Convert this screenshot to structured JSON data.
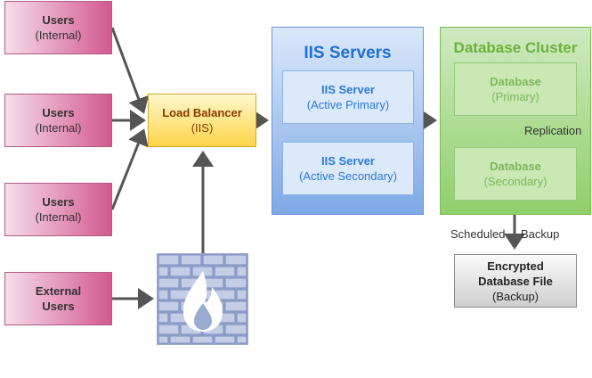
{
  "users": [
    {
      "title": "Users",
      "sub": "(Internal)"
    },
    {
      "title": "Users",
      "sub": "(Internal)"
    },
    {
      "title": "Users",
      "sub": "(Internal)"
    }
  ],
  "external": {
    "line1": "External",
    "line2": "Users"
  },
  "load_balancer": {
    "title": "Load Balancer",
    "sub": "(IIS)"
  },
  "firewall": {
    "icon": "firewall-icon"
  },
  "iis": {
    "title": "IIS Servers",
    "primary": {
      "title": "IIS Server",
      "sub": "(Active Primary)"
    },
    "secondary": {
      "title": "IIS Server",
      "sub": "(Active Secondary)"
    }
  },
  "db": {
    "title": "Database Cluster",
    "primary": {
      "title": "Database",
      "sub": "(Primary)"
    },
    "secondary": {
      "title": "Database",
      "sub": "(Secondary)"
    },
    "replication": "Replication"
  },
  "backup": {
    "scheduled": "Scheduled",
    "backup_word": "Backup",
    "line1": "Encrypted",
    "line2": "Database File",
    "sub": "(Backup)"
  },
  "colors": {
    "arrow": "#555555",
    "iis_text": "#1e6fd6",
    "db_text": "#6bb33c",
    "lb_text": "#8a3b00"
  }
}
